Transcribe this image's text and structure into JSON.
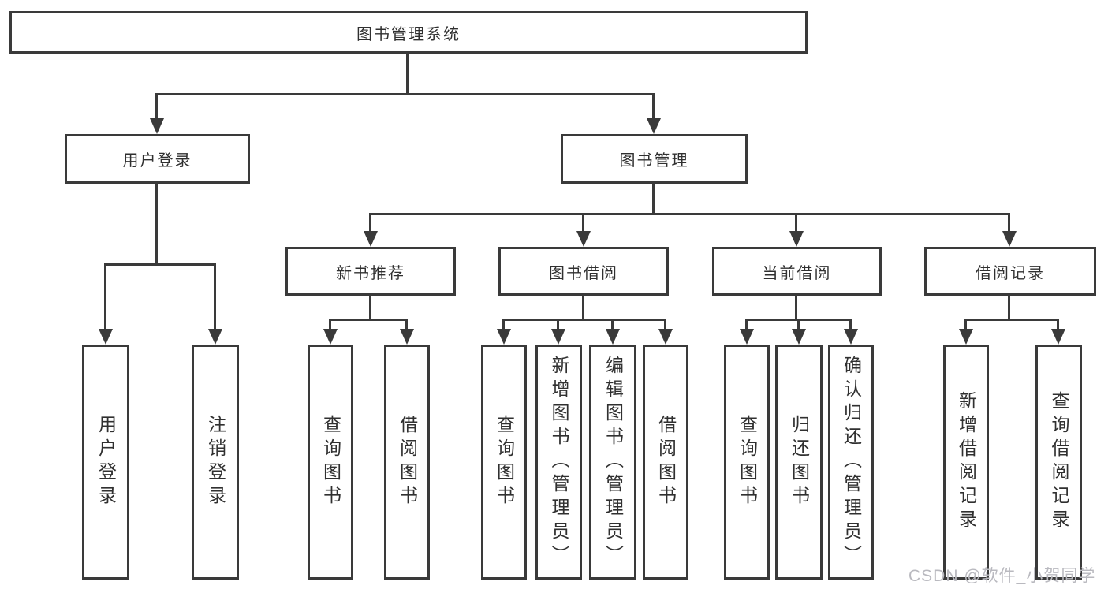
{
  "colors": {
    "line": "#3a3a3a",
    "text": "#303030",
    "watermark": "#b9b9bf",
    "background": "#ffffff"
  },
  "watermark": {
    "text": "CSDN @软件_小贺同学"
  },
  "diagram": {
    "root": {
      "label": "图书管理系统"
    },
    "level2": [
      {
        "label": "用户登录",
        "children": [
          "用户登录",
          "注销登录"
        ]
      },
      {
        "label": "图书管理",
        "subgroups": [
          {
            "label": "新书推荐",
            "children": [
              "查询图书",
              "借阅图书"
            ]
          },
          {
            "label": "图书借阅",
            "children": [
              "查询图书",
              "新增图书（管理员）",
              "编辑图书（管理员）",
              "借阅图书"
            ]
          },
          {
            "label": "当前借阅",
            "children": [
              "查询图书",
              "归还图书",
              "确认归还（管理员）"
            ]
          },
          {
            "label": "借阅记录",
            "children": [
              "新增借阅记录",
              "查询借阅记录"
            ]
          }
        ]
      }
    ]
  }
}
